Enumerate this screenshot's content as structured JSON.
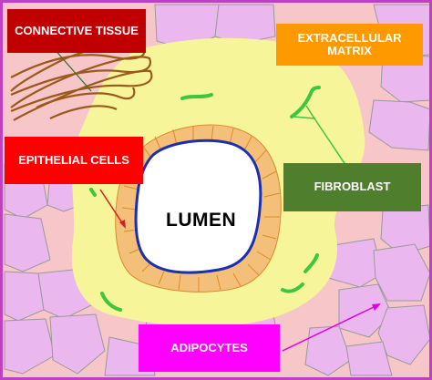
{
  "labels": {
    "connective_tissue": "CONNECTIVE TISSUE",
    "extracellular_matrix": "EXTRACELLULAR MATRIX",
    "epithelial_cells": "EPITHELIAL CELLS",
    "fibroblast": "FIBROBLAST",
    "adipocytes": "ADIPOCYTES",
    "lumen": "LUMEN"
  },
  "colors": {
    "frame_border": "#c040c0",
    "background_tissue": "#f7c6c8",
    "extracellular_matrix_area": "#f6f59a",
    "epithelial_cell_fill": "#f4c079",
    "lumen_fill": "#ffffff",
    "lumen_outline": "#1c2fb0",
    "adipocyte_fill": "#eab8ee",
    "fibroblast_fiber": "#3ec63e",
    "connective_fiber": "#9a5a1c",
    "connective_tissue_label_bg": "#c00000",
    "extracellular_matrix_label_bg": "#ff9900",
    "epithelial_cells_label_bg": "#ff0000",
    "fibroblast_label_bg": "#4f7f2d",
    "adipocytes_label_bg": "#ff00ff"
  }
}
